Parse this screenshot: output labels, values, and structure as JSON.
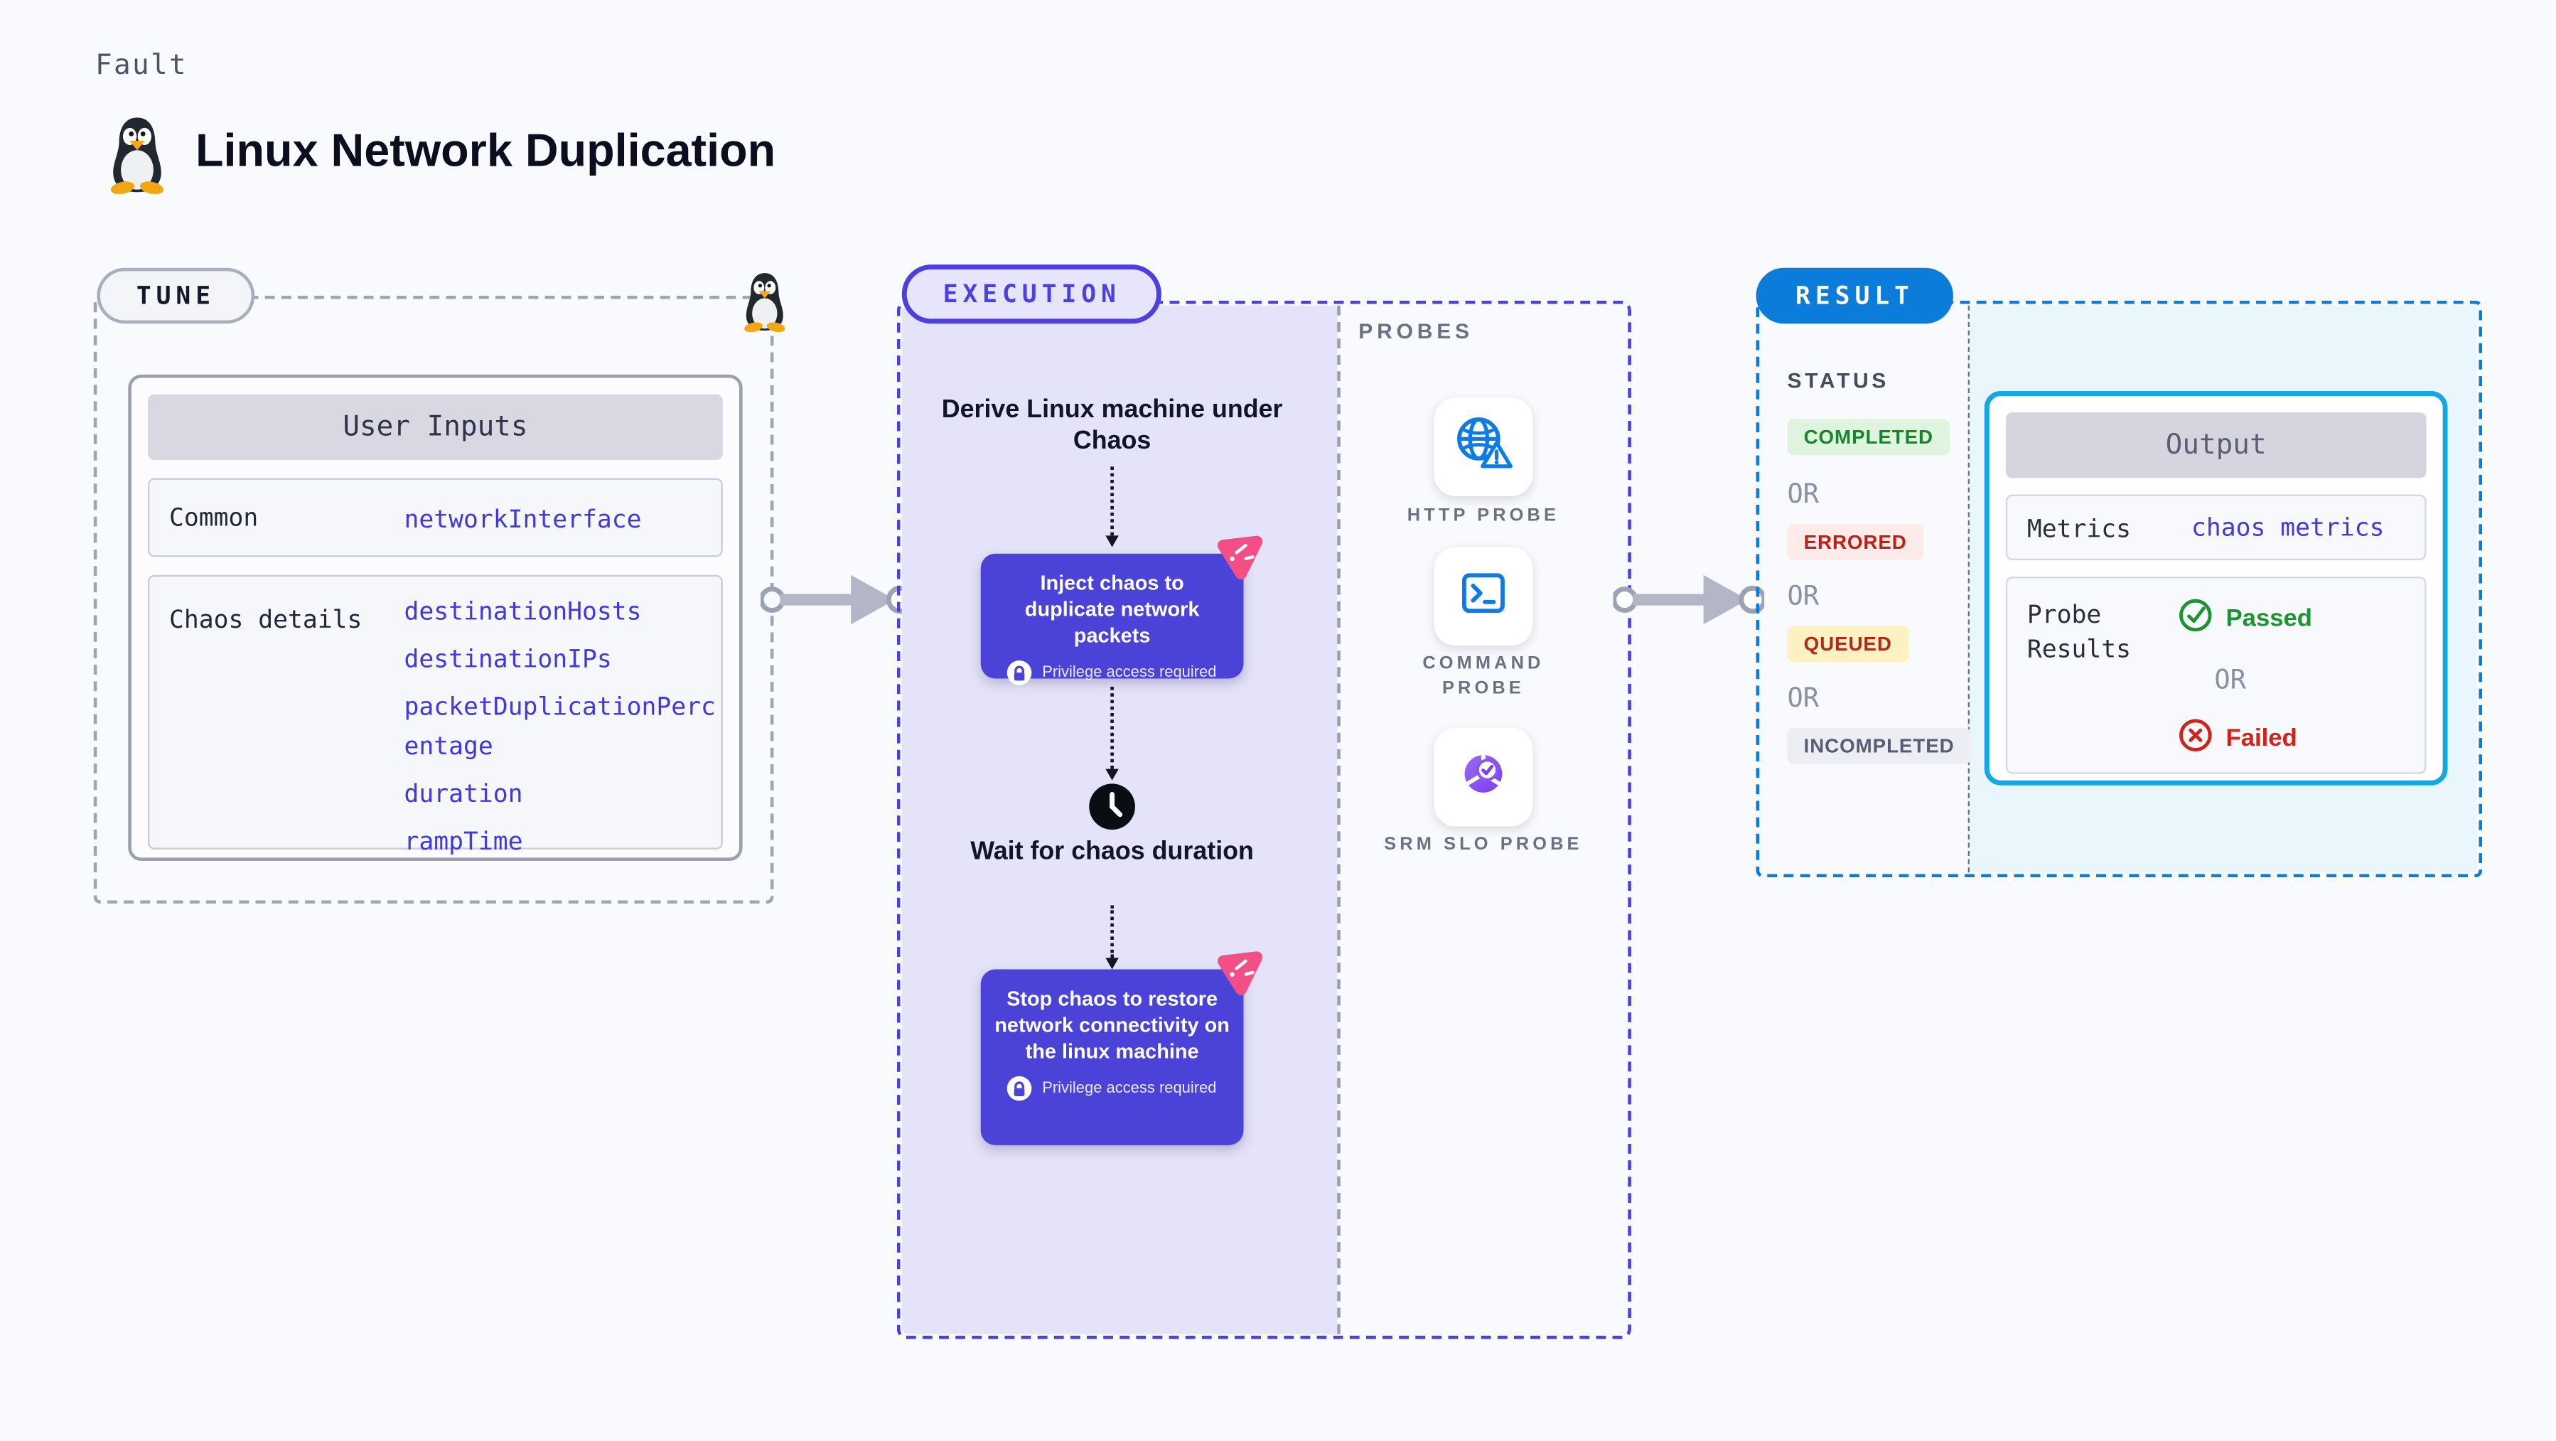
{
  "header": {
    "kicker": "Fault",
    "title": "Linux Network Duplication"
  },
  "labels": {
    "or": "OR"
  },
  "tune": {
    "badge": "TUNE",
    "user_inputs": {
      "title": "User Inputs",
      "rows": [
        {
          "label": "Common",
          "values": [
            "networkInterface"
          ]
        },
        {
          "label": "Chaos details",
          "values": [
            "destinationHosts",
            "destinationIPs",
            "packetDuplicationPercentage",
            "duration",
            "rampTime"
          ]
        }
      ]
    }
  },
  "execution": {
    "badge": "EXECUTION",
    "derive_step": "Derive Linux machine under Chaos",
    "inject_step": "Inject chaos to duplicate network packets",
    "wait_step": "Wait for chaos duration",
    "stop_step": "Stop chaos to restore network connectivity on the linux machine",
    "privilege_note": "Privilege access required"
  },
  "probes": {
    "title": "PROBES",
    "items": [
      {
        "label": "HTTP PROBE",
        "icon": "globe-alert-icon"
      },
      {
        "label": "COMMAND PROBE",
        "icon": "terminal-icon"
      },
      {
        "label": "SRM SLO PROBE",
        "icon": "slo-check-donut-icon"
      }
    ]
  },
  "result": {
    "badge": "RESULT",
    "status_title": "STATUS",
    "statuses": [
      {
        "label": "COMPLETED",
        "style": "color:#17862a;background:#def4df"
      },
      {
        "label": "ERRORED",
        "style": "color:#c31d15;background:#fcebe9"
      },
      {
        "label": "QUEUED",
        "style": "color:#b3271c;background:#fbf1c1"
      },
      {
        "label": "INCOMPLETED",
        "style": "color:#575d73;background:#eceef4"
      }
    ],
    "output": {
      "title": "Output",
      "metrics_label": "Metrics",
      "metrics_value": "chaos metrics",
      "probe_results_label": "Probe Results",
      "passed": "Passed",
      "failed": "Failed"
    }
  },
  "colors": {
    "indigo": "#4c40e2",
    "indigo_fill": "#e5e3fa",
    "chaos_box": "#4b42d8",
    "result_blue": "#0b7cd9",
    "cyan_fill": "#e9f6fc",
    "output_border": "#14a7e2",
    "value_blue": "#4338dc",
    "arrow_gray": "#b3b6c6",
    "pink_logo": "#f44e87",
    "probe_blue": "#0d7be5",
    "slo_purple": "#7a3df0",
    "green": "#1d9432",
    "red": "#d0231a"
  }
}
